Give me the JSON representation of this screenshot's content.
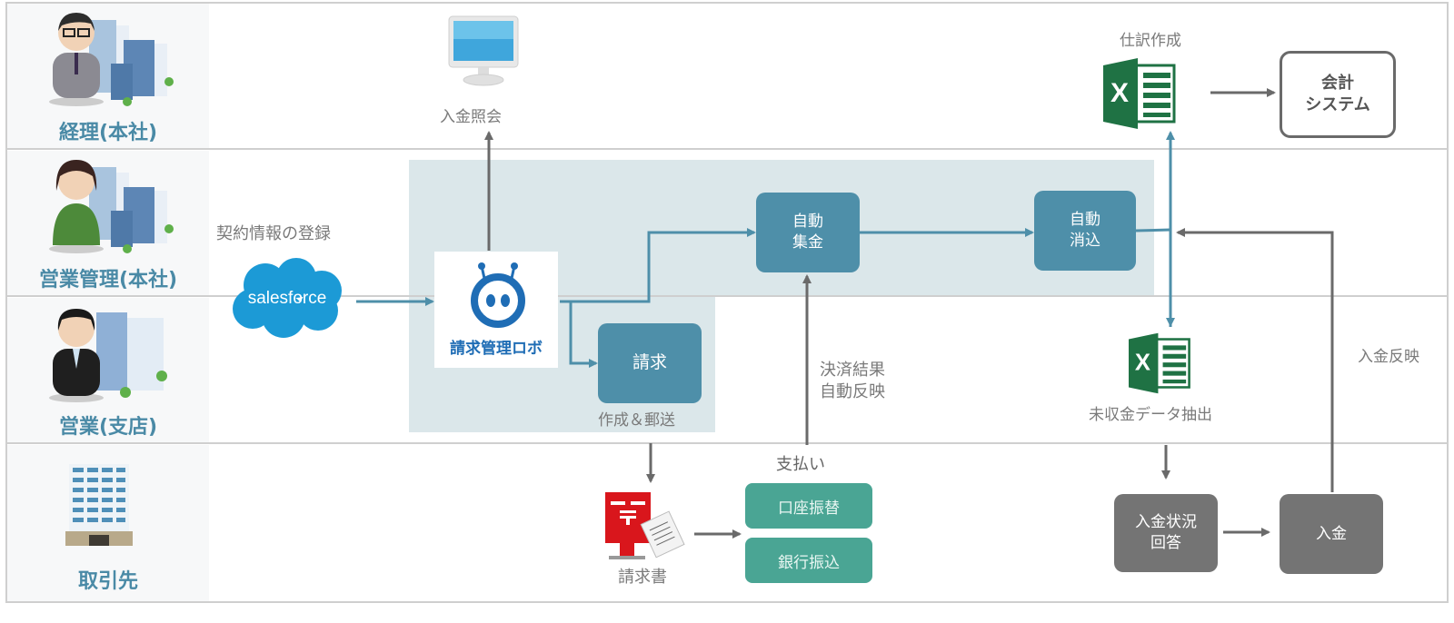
{
  "lanes": [
    {
      "label": "経理(本社)",
      "icon": "manager-glasses-buildings-icon"
    },
    {
      "label": "営業管理(本社)",
      "icon": "woman-buildings-icon"
    },
    {
      "label": "営業(支店)",
      "icon": "salesman-building-icon"
    },
    {
      "label": "取引先",
      "icon": "office-building-icon"
    }
  ],
  "labels": {
    "payment_inquiry": "入金照会",
    "journal_creation": "仕訳作成",
    "contract_registration": "契約情報の登録",
    "creation_mailing": "作成＆郵送",
    "settlement_result": "決済結果\n自動反映",
    "uncollected_extract": "未収金データ抽出",
    "payment_reflect": "入金反映",
    "payment_methods": "支払い",
    "invoice_doc": "請求書"
  },
  "logos": {
    "salesforce": "salesforce",
    "robo": "請求管理ロボ"
  },
  "boxes": {
    "auto_collect": "自動\n集金",
    "auto_reconcile": "自動\n消込",
    "billing": "請求",
    "accounting_system": "会計\nシステム",
    "account_transfer": "口座振替",
    "bank_transfer": "銀行振込",
    "payment_status": "入金状況\n回答",
    "payment": "入金"
  },
  "colors": {
    "teal_box": "#4e8fa9",
    "gray_box": "#747474",
    "green_box": "#4aa594",
    "zone": "#dbe7ea",
    "lane_text": "#4a8aa6",
    "excel_green": "#1f7244",
    "salesforce_blue": "#1c9ad6",
    "postbox_red": "#d9161c"
  }
}
